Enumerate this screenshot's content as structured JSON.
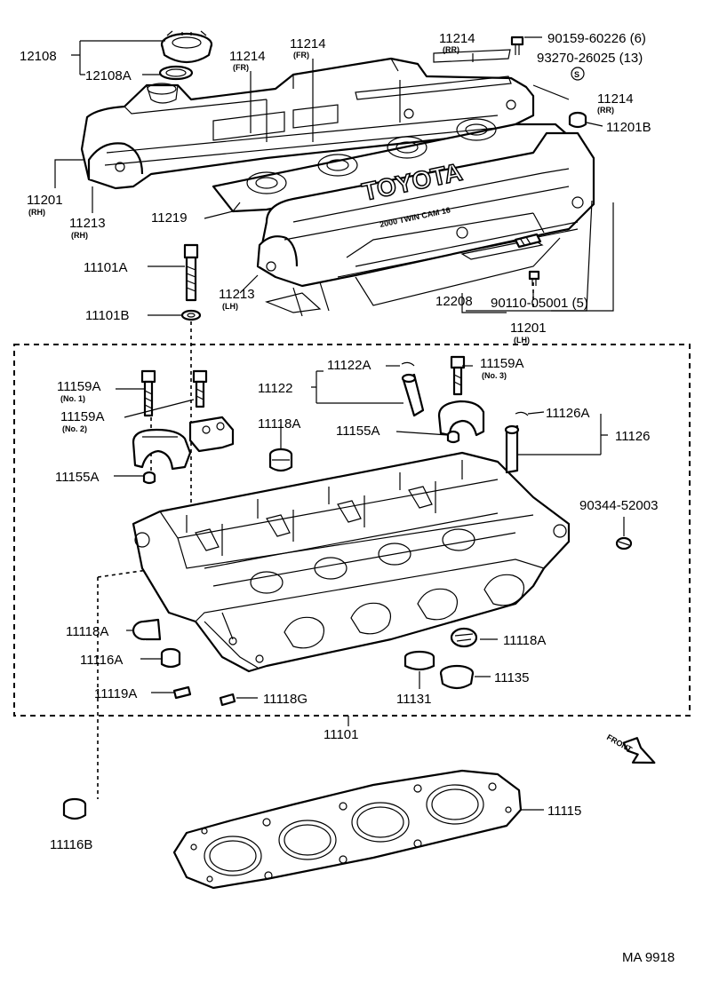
{
  "diagram": {
    "drawing_code": "MA 9918",
    "front_label": "FRONT",
    "brand": {
      "logo": "TOYOTA",
      "engine": "2000 TWIN CAM 16"
    },
    "labels": {
      "p12108": "12108",
      "p12108a": "12108A",
      "p11214_fr_a": "11214",
      "p11214_fr_b": "11214",
      "p11214_rr_top": "11214",
      "p11214_rr_right": "11214",
      "p90159": "90159-60226 (6)",
      "p93270": "93270-26025 (13)",
      "p11201b": "11201B",
      "p11201_rh": "11201",
      "p11213_rh": "11213",
      "p11219": "11219",
      "p11101a": "11101A",
      "p11101b": "11101B",
      "p11213_lh": "11213",
      "p12208": "12208",
      "p90110": "90110-05001 (5)",
      "p11201_lh": "11201",
      "p11159a_1": "11159A",
      "p11159a_2": "11159A",
      "p11159a_3": "11159A",
      "p11122": "11122",
      "p11122a": "11122A",
      "p11118a_top": "11118A",
      "p11155a_top": "11155A",
      "p11126a": "11126A",
      "p11126": "11126",
      "p11155a_left": "11155A",
      "p90344": "90344-52003",
      "p11118a_left": "11118A",
      "p11116a": "11116A",
      "p11119a": "11119A",
      "p11118g": "11118G",
      "p11131": "11131",
      "p11118a_right": "11118A",
      "p11135": "11135",
      "p11101": "11101",
      "p11115": "11115",
      "p11116b": "11116B"
    },
    "sublabels": {
      "fr_a": "(FR)",
      "fr_b": "(FR)",
      "rr_top": "(RR)",
      "rr_right": "(RR)",
      "rh_a": "(RH)",
      "rh_b": "(RH)",
      "lh_a": "(LH)",
      "lh_b": "(LH)",
      "no1": "(No. 1)",
      "no2": "(No. 2)",
      "no3": "(No. 3)",
      "s_mark": "S"
    }
  }
}
